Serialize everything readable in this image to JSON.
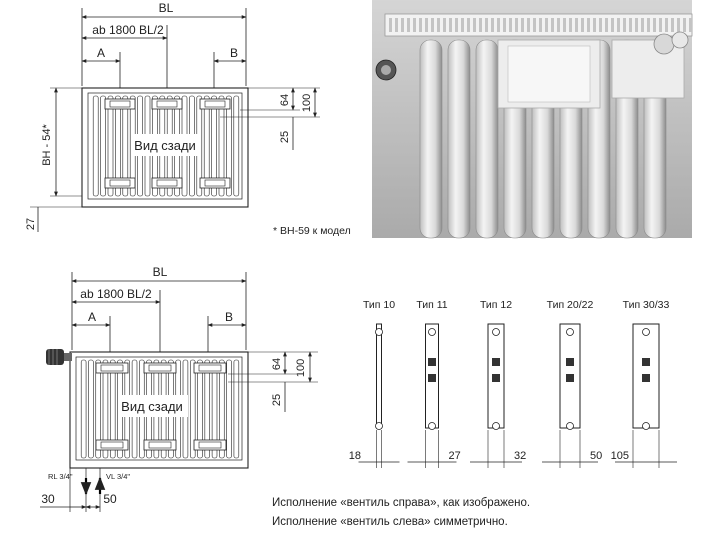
{
  "top_drawing": {
    "dim_bl": "BL",
    "dim_ab1800": "ab 1800 BL/2",
    "dim_a": "A",
    "dim_b": "B",
    "dim_64": "64",
    "dim_100": "100",
    "dim_25": "25",
    "dim_bh": "BH - 54*",
    "dim_27": "27",
    "back_label": "Вид сзади",
    "footnote": "* BH-59 к модел"
  },
  "bottom_drawing": {
    "dim_bl": "BL",
    "dim_ab1800": "ab 1800 BL/2",
    "dim_a": "A",
    "dim_b": "B",
    "dim_64": "64",
    "dim_100": "100",
    "dim_25": "25",
    "back_label": "Вид сзади",
    "rl_label": "RL 3/4\"",
    "vl_label": "VL 3/4\"",
    "dim_30": "30",
    "dim_50": "50"
  },
  "types": [
    {
      "label": "Тип 10",
      "dim": "18"
    },
    {
      "label": "Тип 11",
      "dim": "27"
    },
    {
      "label": "Тип 12",
      "dim": "32"
    },
    {
      "label": "Тип 20/22",
      "dim": "50"
    },
    {
      "label": "Тип 30/33",
      "dim": "105"
    }
  ],
  "captions": {
    "line1": "Исполнение «вентиль справа», как изображено.",
    "line2": "Исполнение «вентиль слева» симметрично."
  }
}
